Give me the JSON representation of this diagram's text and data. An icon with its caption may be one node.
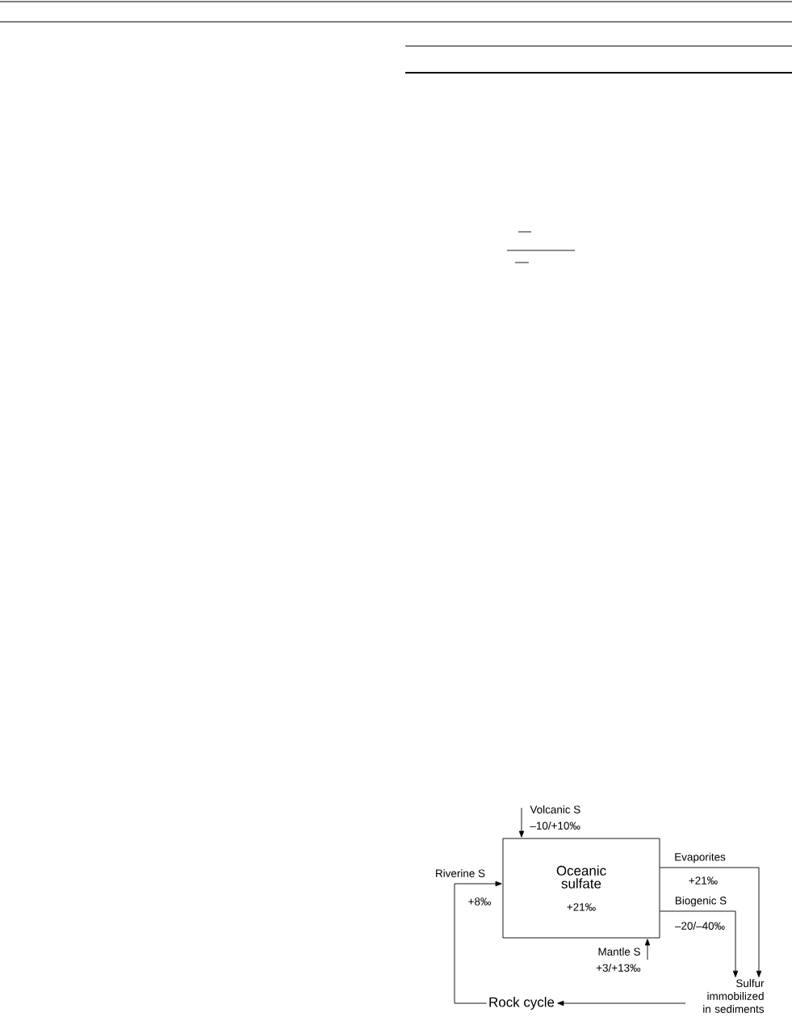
{
  "diagram": {
    "nodes": [
      {
        "text": [
          "Oceanic sulfate",
          "+21‰"
        ]
      },
      {
        "text": [
          "Sulfur immobilized in sediments"
        ]
      },
      {
        "text": [
          "Rock cycle"
        ]
      }
    ],
    "edges": [
      {
        "from": null,
        "to": 0,
        "arrow": "to",
        "label": "Volcanic S"
      },
      {
        "from": 2,
        "to": 0,
        "arrow": "to",
        "label": "Riverine S"
      },
      {
        "from": 0,
        "to": 1,
        "arrow": "to",
        "label": "Evaporites"
      },
      {
        "from": 0,
        "to": 1,
        "arrow": "to",
        "label": "Biogenic S"
      },
      {
        "from": null,
        "to": 0,
        "arrow": "to",
        "label": "Mantle S"
      },
      {
        "from": 1,
        "to": 2,
        "arrow": "to"
      }
    ],
    "labels": [
      "–10/+10‰",
      "+8‰",
      "+21‰",
      "–20/–40‰",
      "+3/+13‰"
    ]
  }
}
